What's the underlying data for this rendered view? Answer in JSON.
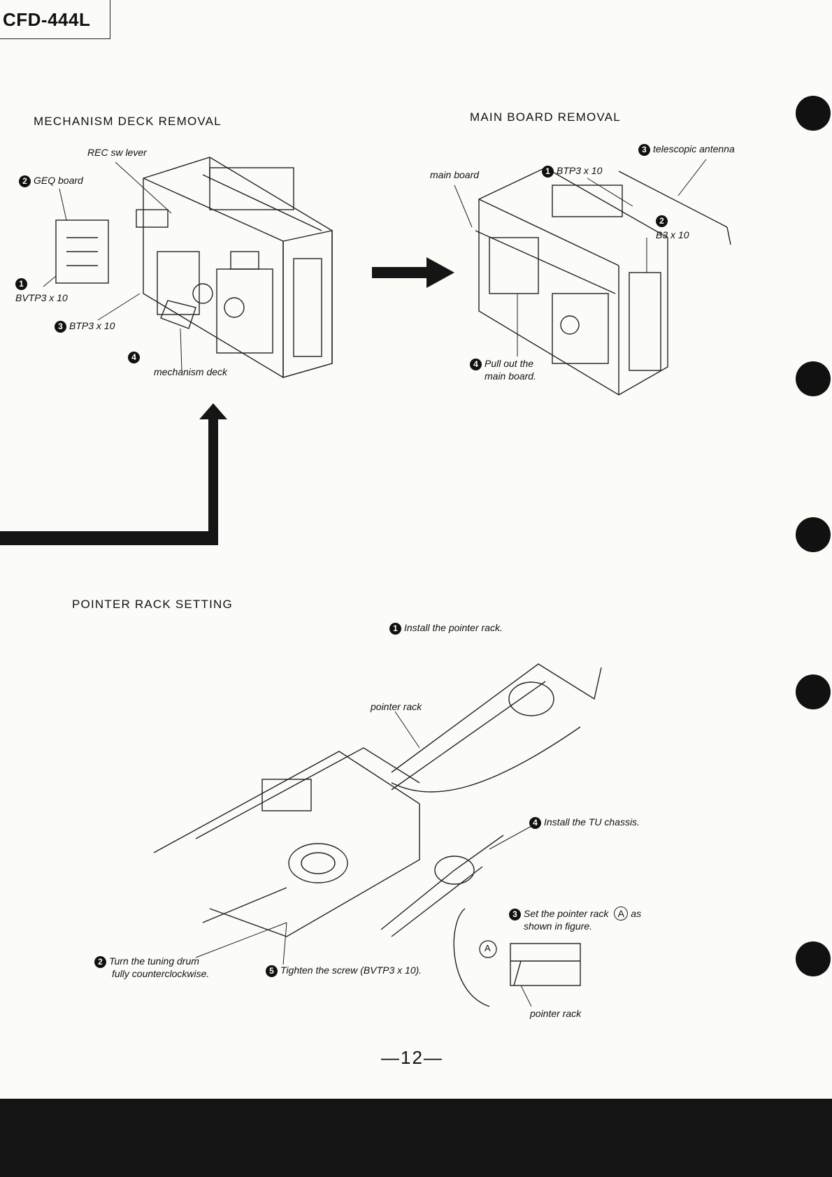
{
  "header": {
    "model": "CFD-444L"
  },
  "mechanism": {
    "title": "MECHANISM DECK REMOVAL",
    "rec_sw": "REC sw lever",
    "geq_num": "2",
    "geq": "GEQ board",
    "bvtp_num": "1",
    "bvtp": "BVTP3 x 10",
    "btp_num": "3",
    "btp": "BTP3 x 10",
    "step4_num": "4",
    "deck": "mechanism deck"
  },
  "mainboard": {
    "title": "MAIN BOARD REMOVAL",
    "antenna_num": "3",
    "antenna": "telescopic antenna",
    "board": "main board",
    "btp_num": "1",
    "btp": "BTP3 x 10",
    "b3_num": "2",
    "b3": "B3 x 10",
    "pull_num": "4",
    "pull_1": "Pull out the",
    "pull_2": "main board."
  },
  "pointer": {
    "title": "POINTER RACK SETTING",
    "install_num": "1",
    "install": "Install the pointer rack.",
    "rack1": "pointer rack",
    "tu_num": "4",
    "tu": "Install the TU chassis.",
    "set_num": "3",
    "set_1": "Set the pointer rack",
    "set_mark": "A",
    "set_2": "as",
    "set_3": "shown in figure.",
    "detail_mark": "A",
    "rack2": "pointer rack",
    "turn_num": "2",
    "turn_1": "Turn the tuning drum",
    "turn_2": "fully counterclockwise.",
    "tighten_num": "5",
    "tighten": "Tighten the screw (BVTP3 x 10)."
  },
  "footer": {
    "page": "12"
  }
}
